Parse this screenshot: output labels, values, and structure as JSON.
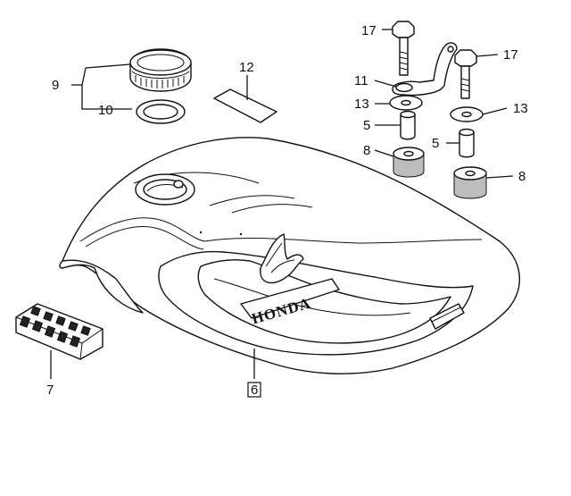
{
  "callouts": {
    "c9": "9",
    "c10": "10",
    "c12": "12",
    "c17a": "17",
    "c17b": "17",
    "c11": "11",
    "c13a": "13",
    "c13b": "13",
    "c5a": "5",
    "c5b": "5",
    "c8a": "8",
    "c8b": "8",
    "c7": "7",
    "c6": "6"
  },
  "emblem": {
    "text": "HONDA"
  },
  "icons": {
    "fuel_tank": "fuel-tank-icon",
    "fuel_cap": "fuel-cap-icon",
    "cap_gasket": "gasket-ring-icon",
    "emblem_sticker": "sticker-icon",
    "bolt": "bolt-icon",
    "holder_bracket": "bracket-icon",
    "washer": "washer-icon",
    "collar": "collar-icon",
    "rubber_cushion": "cushion-icon",
    "clip": "clip-icon"
  }
}
